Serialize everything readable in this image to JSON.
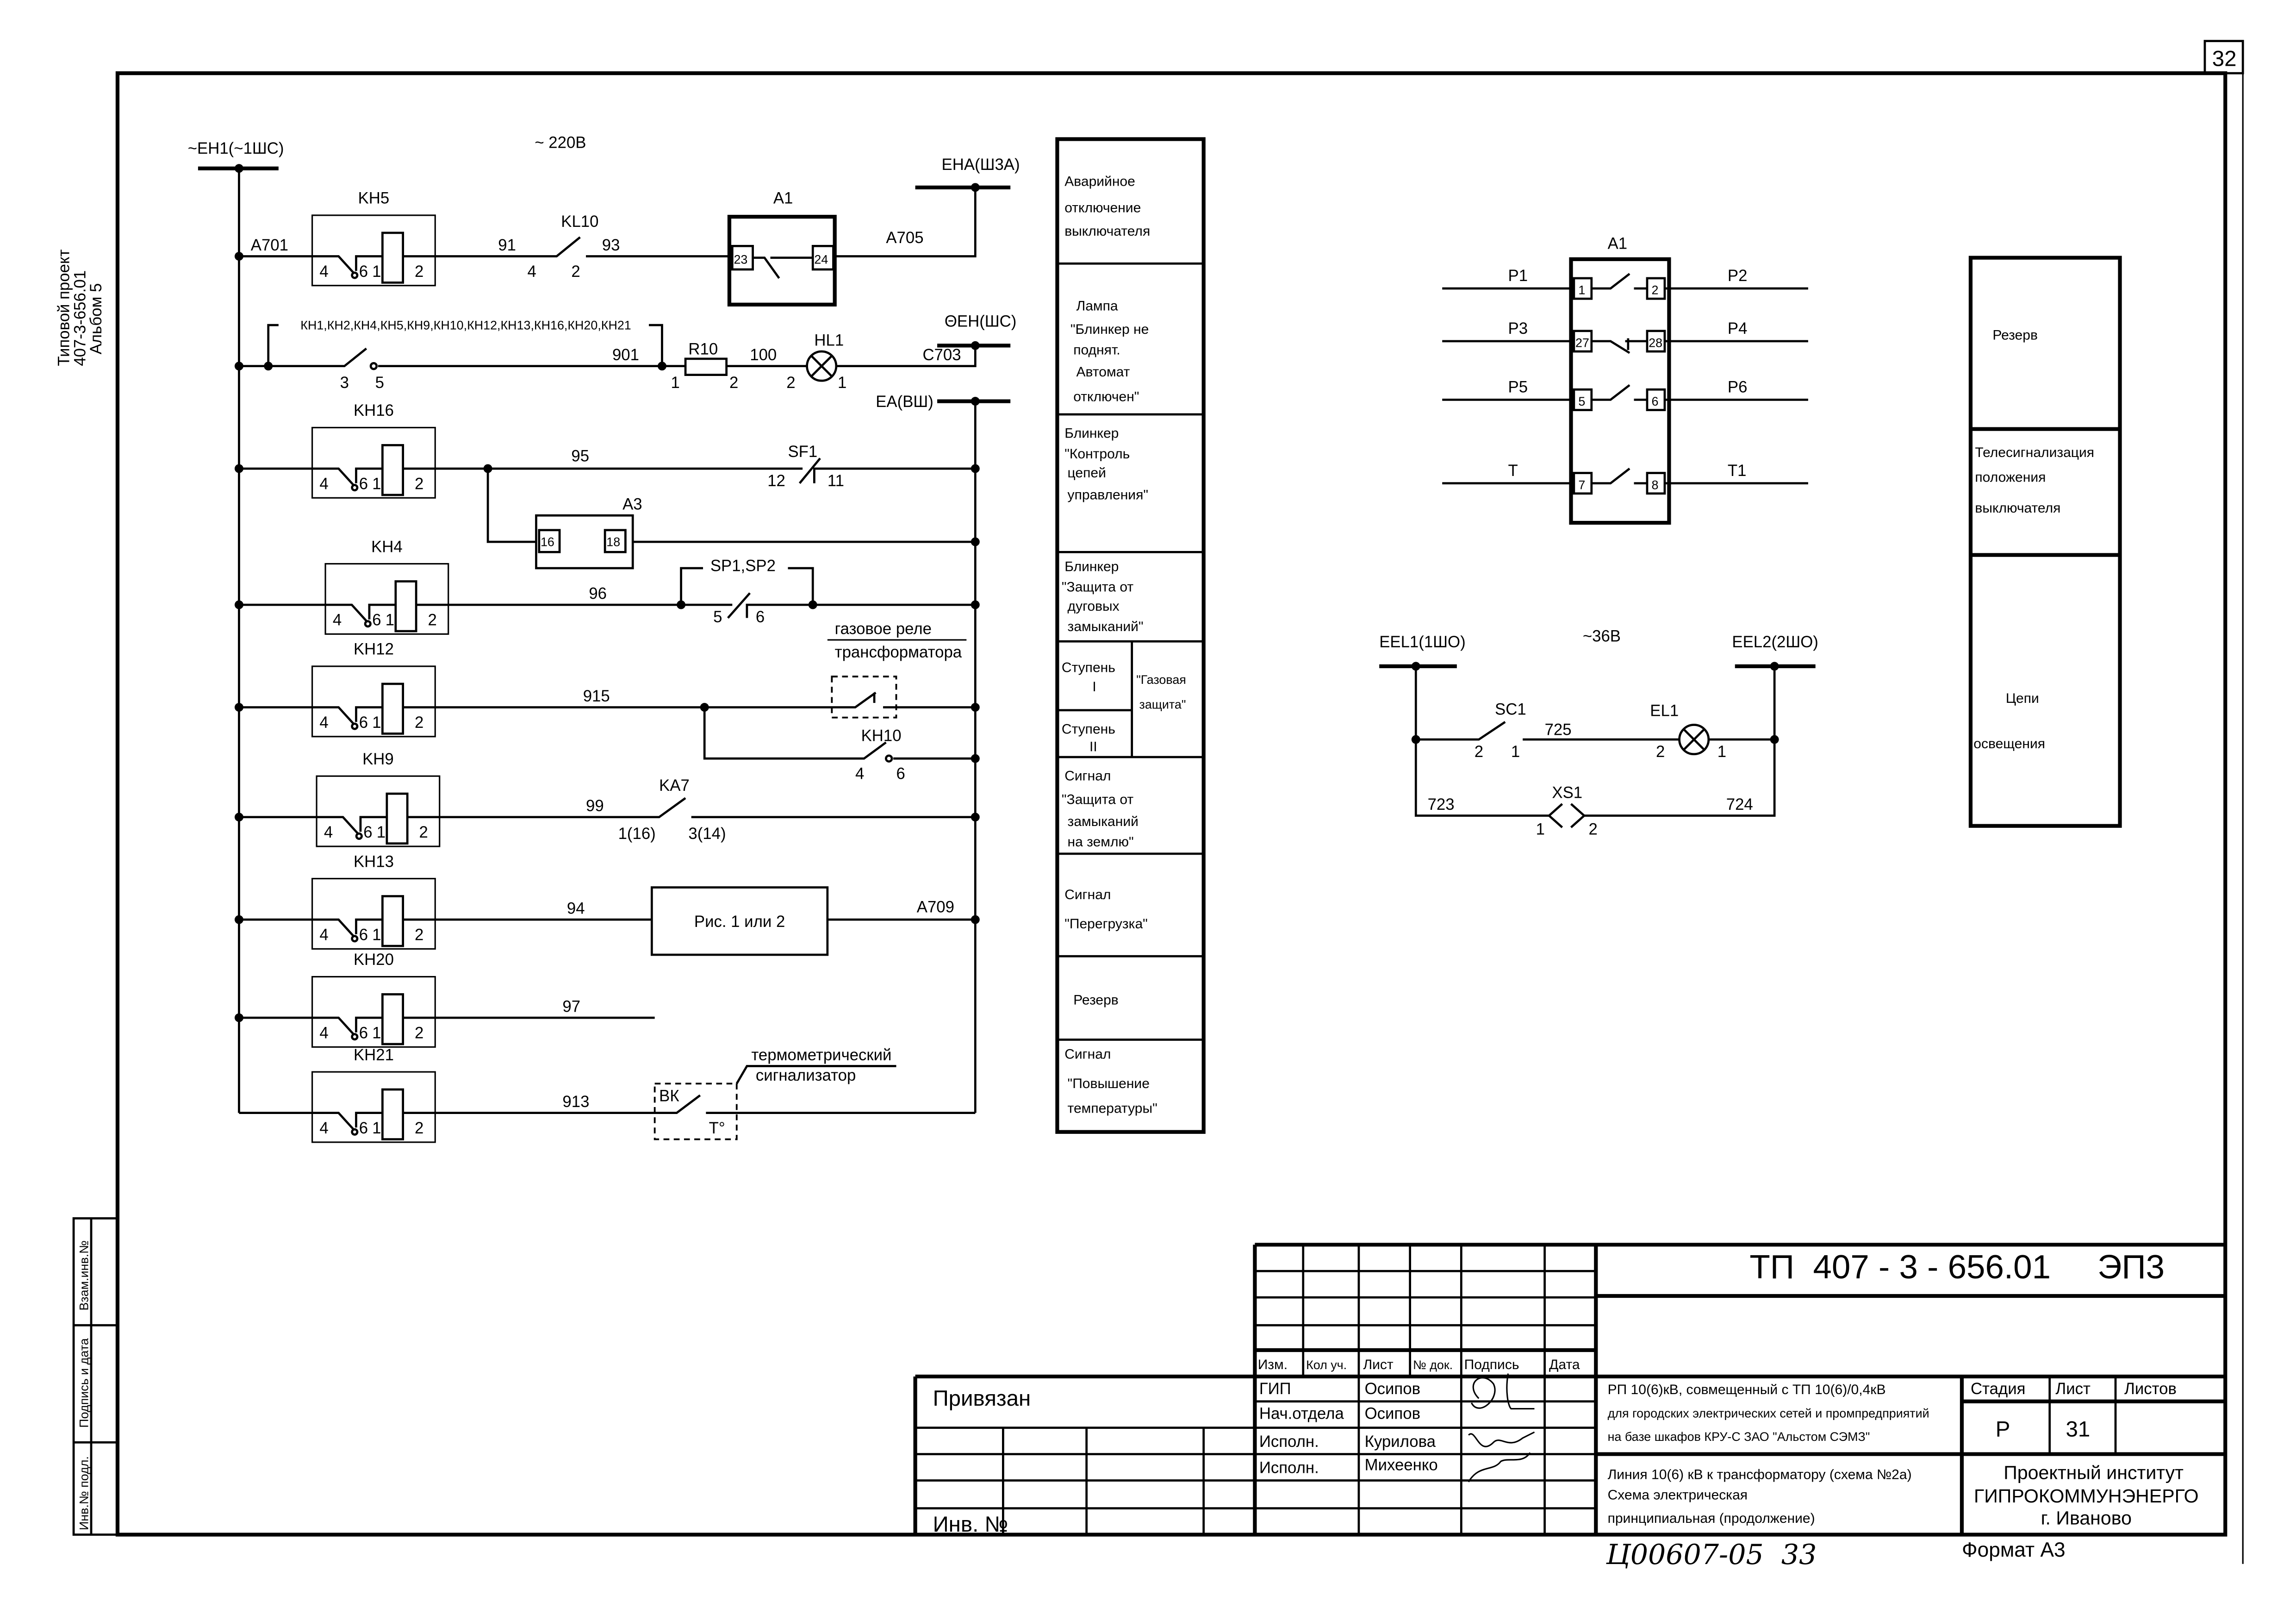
{
  "page_number": "32",
  "side_text": [
    "Типовой проект",
    "407-3-656.01",
    "Альбом 5"
  ],
  "side_stamps": [
    "Взам.инв.№",
    "Подпись и дата",
    "Инв.№ подл."
  ],
  "relay_terminals": [
    "4",
    "6",
    "1",
    "2"
  ],
  "relays": [
    {
      "name": "KH5"
    },
    {
      "name": "KH16"
    },
    {
      "name": "KH4"
    },
    {
      "name": "KH12"
    },
    {
      "name": "KH9"
    },
    {
      "name": "KH13"
    },
    {
      "name": "KH20"
    },
    {
      "name": "KH21"
    }
  ],
  "main": {
    "bus_left": "~ЕН1(~1ШС)",
    "voltage": "~ 220В",
    "bus_ena": "ЕНА(Ш3А)",
    "bus_en": "ΘЕН(ШС)",
    "bus_ea": "ЕА(ВШ)",
    "r1": {
      "a701": "А701",
      "kl10": "KL10",
      "w91": "91",
      "w93": "93",
      "t4": "4",
      "t2": "2",
      "a1": "А1",
      "t23": "23",
      "t24": "24",
      "a705": "А705"
    },
    "r2": {
      "contacts": "КН1,КН2,КН4,КН5,КН9,КН10,КН12,КН13,КН16,КН20,КН21",
      "t3": "3",
      "t5": "5",
      "w901": "901",
      "r10": "R10",
      "t1": "1",
      "t2": "2",
      "w100": "100",
      "hl1": "HL1",
      "l2": "2",
      "l1": "1",
      "c703": "С703"
    },
    "r3": {
      "w95": "95",
      "sf1": "SF1",
      "t12": "12",
      "t11": "11",
      "a3": "А3",
      "t16": "16",
      "t18": "18"
    },
    "r4": {
      "w96": "96",
      "sp": "SP1,SP2",
      "t5": "5",
      "t6": "6"
    },
    "gas": {
      "line1": "газовое реле",
      "line2": "трансформатора"
    },
    "r5": {
      "w915": "915",
      "kh10": "KH10",
      "t4": "4",
      "t6": "6"
    },
    "r6": {
      "w99": "99",
      "ka7": "KA7",
      "t1": "1(16)",
      "t3": "3(14)"
    },
    "r7": {
      "w94": "94",
      "fig": "Рис. 1 или 2",
      "a709": "А709"
    },
    "r8": {
      "w97": "97"
    },
    "r9": {
      "w913": "913",
      "bk": "ВК",
      "temp": "Т°",
      "line1": "термометрический",
      "line2": "сигнализатор"
    }
  },
  "legend": [
    [
      "Аварийное",
      "отключение",
      "выключателя"
    ],
    [
      "Лампа",
      "\"Блинкер не",
      "поднят.",
      "Автомат",
      "отключен\""
    ],
    [
      "Блинкер",
      "\"Контроль",
      "цепей",
      "управления\""
    ],
    [
      "Блинкер",
      "\"Защита от",
      "дуговых",
      "замыканий\""
    ],
    {
      "stage1": [
        "Ступень",
        "I"
      ],
      "stage2": [
        "Ступень",
        "II"
      ],
      "gas": [
        "\"Газовая",
        "защита\""
      ]
    },
    [
      "Сигнал",
      "\"Защита от",
      "замыканий",
      "на землю\""
    ],
    [
      "Сигнал",
      "\"Перегрузка\""
    ],
    [
      "Резерв"
    ],
    [
      "Сигнал",
      "\"Повышение",
      "температуры\""
    ]
  ],
  "a1_contacts": {
    "title": "А1",
    "rows": [
      {
        "left": "Р1",
        "t_in": "1",
        "t_out": "2",
        "right": "Р2"
      },
      {
        "left": "Р3",
        "t_in": "27",
        "t_out": "28",
        "right": "Р4"
      },
      {
        "left": "Р5",
        "t_in": "5",
        "t_out": "6",
        "right": "Р6"
      },
      {
        "left": "Т",
        "t_in": "7",
        "t_out": "8",
        "right": "Т1"
      }
    ]
  },
  "lighting": {
    "voltage": "~36В",
    "bus1": "EEL1(1ШО)",
    "bus2": "EEL2(2ШО)",
    "sc1": "SC1",
    "sc_t2": "2",
    "sc_t1": "1",
    "w725": "725",
    "el1": "EL1",
    "el_t2": "2",
    "el_t1": "1",
    "w723": "723",
    "xs1": "XS1",
    "xs_t1": "1",
    "xs_t2": "2",
    "w724": "724"
  },
  "right_table": {
    "reserve": "Резерв",
    "telesignal": [
      "Телесигнализация",
      "положения",
      "выключателя"
    ],
    "lighting": [
      "Цепи",
      "освещения"
    ]
  },
  "title_block": {
    "code": "ТП  407 - 3 - 656.01     ЭП3",
    "headers": [
      "Изм.",
      "Кол уч.",
      "Лист",
      "№ док.",
      "Подпись",
      "Дата"
    ],
    "staff": [
      {
        "role": "ГИП",
        "name": "Осипов"
      },
      {
        "role": "Нач.отдела",
        "name": "Осипов"
      },
      {
        "role": "Исполн.",
        "name": "Курилова"
      },
      {
        "role": "Исполн.",
        "name": "Михеенко"
      }
    ],
    "project": [
      "РП 10(6)кВ, совмещенный с ТП 10(6)/0,4кВ",
      "для городских электрических сетей и промпредприятий",
      "на базе шкафов КРУ-С ЗАО \"Альстом СЭМЗ\""
    ],
    "sheet_title": [
      "Линия 10(6) кВ к трансформатору (схема №2а)",
      "Схема электрическая",
      "принципиальная (продолжение)"
    ],
    "stage_label": "Стадия",
    "sheet_label": "Лист",
    "sheets_label": "Листов",
    "stage": "Р",
    "sheet": "31",
    "institute": [
      "Проектный институт",
      "ГИПРОКОММУНЭНЕРГО",
      "г. Иваново"
    ],
    "bound": "Привязан",
    "inv": "Инв. №",
    "handwritten": "Ц00607-05  33",
    "format": "Формат А3"
  }
}
